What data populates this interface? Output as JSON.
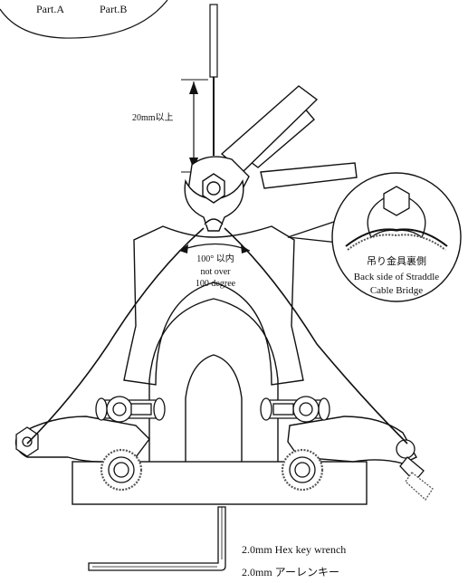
{
  "inset_top": {
    "part_a": "Part.A",
    "part_b": "Part.B"
  },
  "cable_length": {
    "label": "20mm以上"
  },
  "angle": {
    "line1": "100° 以内",
    "line2": "not over",
    "line3": "100 degree"
  },
  "inset_right": {
    "jp": "吊り金具裏側",
    "en_line1": "Back side of Straddle",
    "en_line2": "Cable Bridge"
  },
  "tool": {
    "en": "2.0mm Hex key wrench",
    "jp": "2.0mm アーレンキー"
  },
  "colors": {
    "line": "#111111",
    "background": "#ffffff",
    "knurl": "#555555"
  }
}
